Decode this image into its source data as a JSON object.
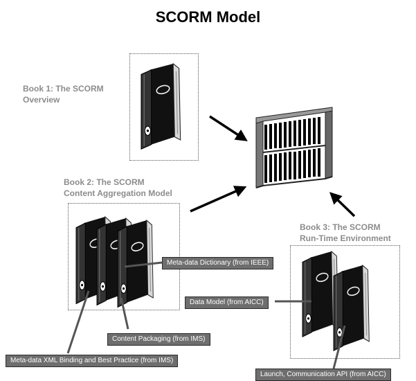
{
  "title": "SCORM Model",
  "books": [
    {
      "line1": "Book 1: The SCORM",
      "line2": "Overview"
    },
    {
      "line1": "Book 2: The SCORM",
      "line2": "Content Aggregation Model"
    },
    {
      "line1": "Book 3: The SCORM",
      "line2": "Run-Time Environment"
    }
  ],
  "callouts": {
    "metadata_dictionary": "Meta-data Dictionary (from IEEE)",
    "data_model": "Data Model (from AICC)",
    "content_packaging": "Content Packaging (from IMS)",
    "xml_binding": "Meta-data XML Binding and Best Practice (from IMS)",
    "launch_api": "Launch, Communication API (from AICC)"
  },
  "icons": [
    "binder-book-icon",
    "bookshelf-icon",
    "arrow-icon"
  ],
  "colors": {
    "label_gray": "#8c8c8c",
    "callout_fill": "#6e6e6e",
    "ink": "#000000"
  }
}
